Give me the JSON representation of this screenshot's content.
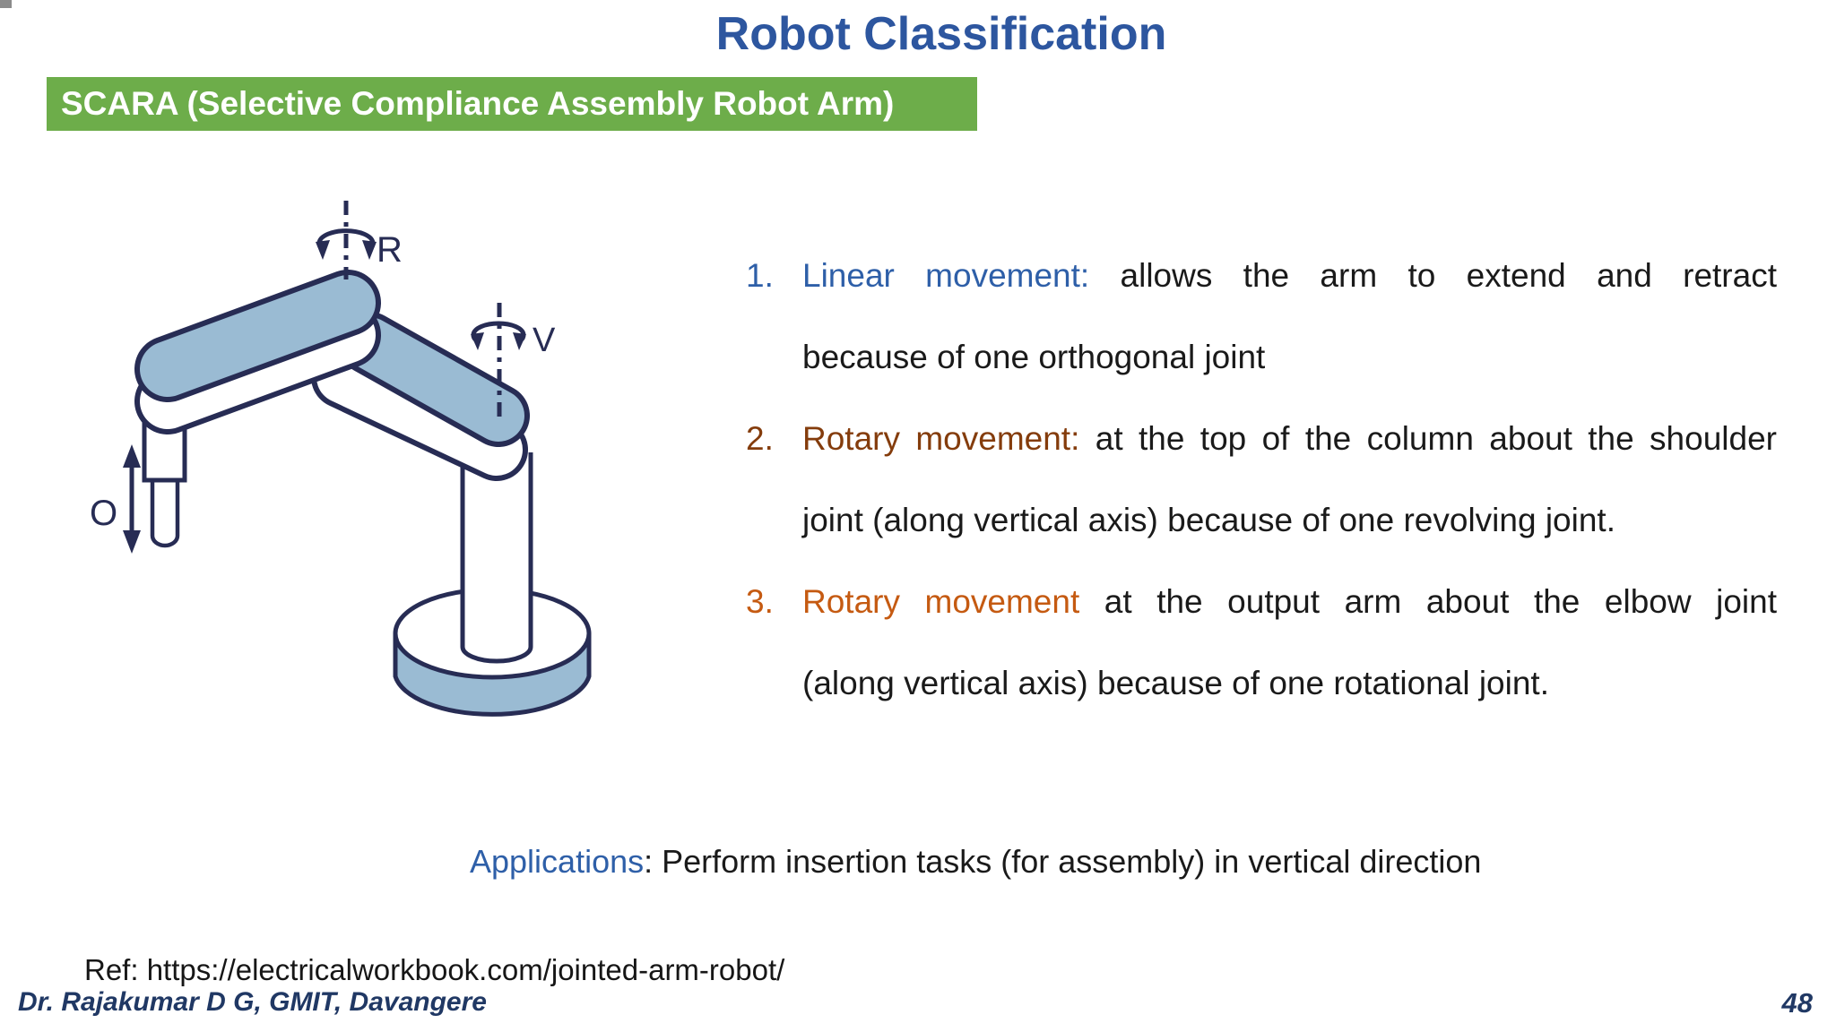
{
  "slide": {
    "title": "Robot Classification",
    "banner": "SCARA (Selective Compliance Assembly Robot Arm)",
    "reference": "Ref: https://electricalworkbook.com/jointed-arm-robot/",
    "footer_author": "Dr. Rajakumar D G, GMIT, Davangere",
    "page_number": "48"
  },
  "list": {
    "items": [
      {
        "number": "1.",
        "label": "Linear movement:",
        "label_color": "#2E5FA8",
        "line1": "allows the arm to extend and retract",
        "line2": "because of one orthogonal joint"
      },
      {
        "number": "2.",
        "label": "Rotary movement:",
        "label_color": "#843C0C",
        "line1": "at the top of the column about the shoulder",
        "line2": "joint (along vertical axis) because of one revolving joint."
      },
      {
        "number": "3.",
        "label": "Rotary movement",
        "label_color": "#C55A11",
        "line1": "at the output arm about the elbow joint",
        "line2": "(along vertical axis) because of one rotational joint."
      }
    ]
  },
  "applications": {
    "label": "Applications",
    "text": ": Perform insertion tasks (for assembly) in vertical direction"
  },
  "diagram": {
    "labels": {
      "rotary_r": "R",
      "rotary_v": "V",
      "linear_o": "O"
    }
  },
  "colors": {
    "title": "#2D569F",
    "banner_bg": "#6DAD4A",
    "banner_text": "#FFFFFF",
    "accent_blue": "#2E5FA8",
    "accent_brown": "#843C0C",
    "accent_orange": "#C55A11",
    "footer": "#203864",
    "text": "#1A1A1A",
    "diagram_outline": "#272C54",
    "diagram_fill": "#9ABBD3"
  }
}
